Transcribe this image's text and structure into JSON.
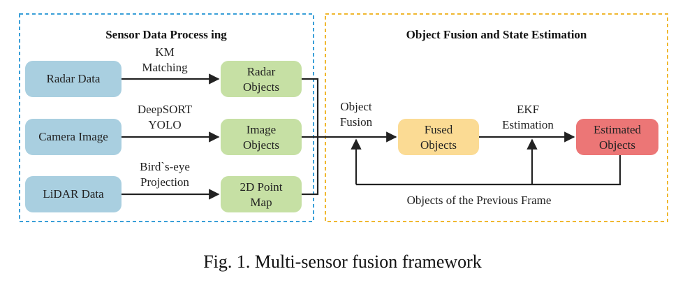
{
  "panels": {
    "left": {
      "title": "Sensor Data Process ing",
      "border_color": "#3a9fd8"
    },
    "right": {
      "title": "Object Fusion and State Estimation",
      "border_color": "#f0b830"
    }
  },
  "nodes": {
    "radar_data": {
      "lines": [
        "Radar Data"
      ],
      "fill": "#a9cfe0"
    },
    "camera_image": {
      "lines": [
        "Camera Image"
      ],
      "fill": "#a9cfe0"
    },
    "lidar_data": {
      "lines": [
        "LiDAR Data"
      ],
      "fill": "#a9cfe0"
    },
    "radar_objects": {
      "lines": [
        "Radar",
        "Objects"
      ],
      "fill": "#c6e0a4"
    },
    "image_objects": {
      "lines": [
        "Image",
        "Objects"
      ],
      "fill": "#c6e0a4"
    },
    "point_map": {
      "lines": [
        "2D Point",
        "Map"
      ],
      "fill": "#c6e0a4"
    },
    "fused_objects": {
      "lines": [
        "Fused",
        "Objects"
      ],
      "fill": "#fbdb94"
    },
    "estimated_objects": {
      "lines": [
        "Estimated",
        "Objects"
      ],
      "fill": "#ec7676"
    }
  },
  "edge_labels": {
    "km_matching": [
      "KM",
      "Matching"
    ],
    "deepsort_yolo": [
      "DeepSORT",
      "YOLO"
    ],
    "birds_eye": [
      "Bird`s-eye",
      "Projection"
    ],
    "object_fusion": [
      "Object",
      "Fusion"
    ],
    "ekf_estimation": [
      "EKF",
      "Estimation"
    ],
    "previous_frame": [
      "Objects of the Previous Frame"
    ]
  },
  "caption": "Fig. 1.  Multi-sensor fusion framework"
}
